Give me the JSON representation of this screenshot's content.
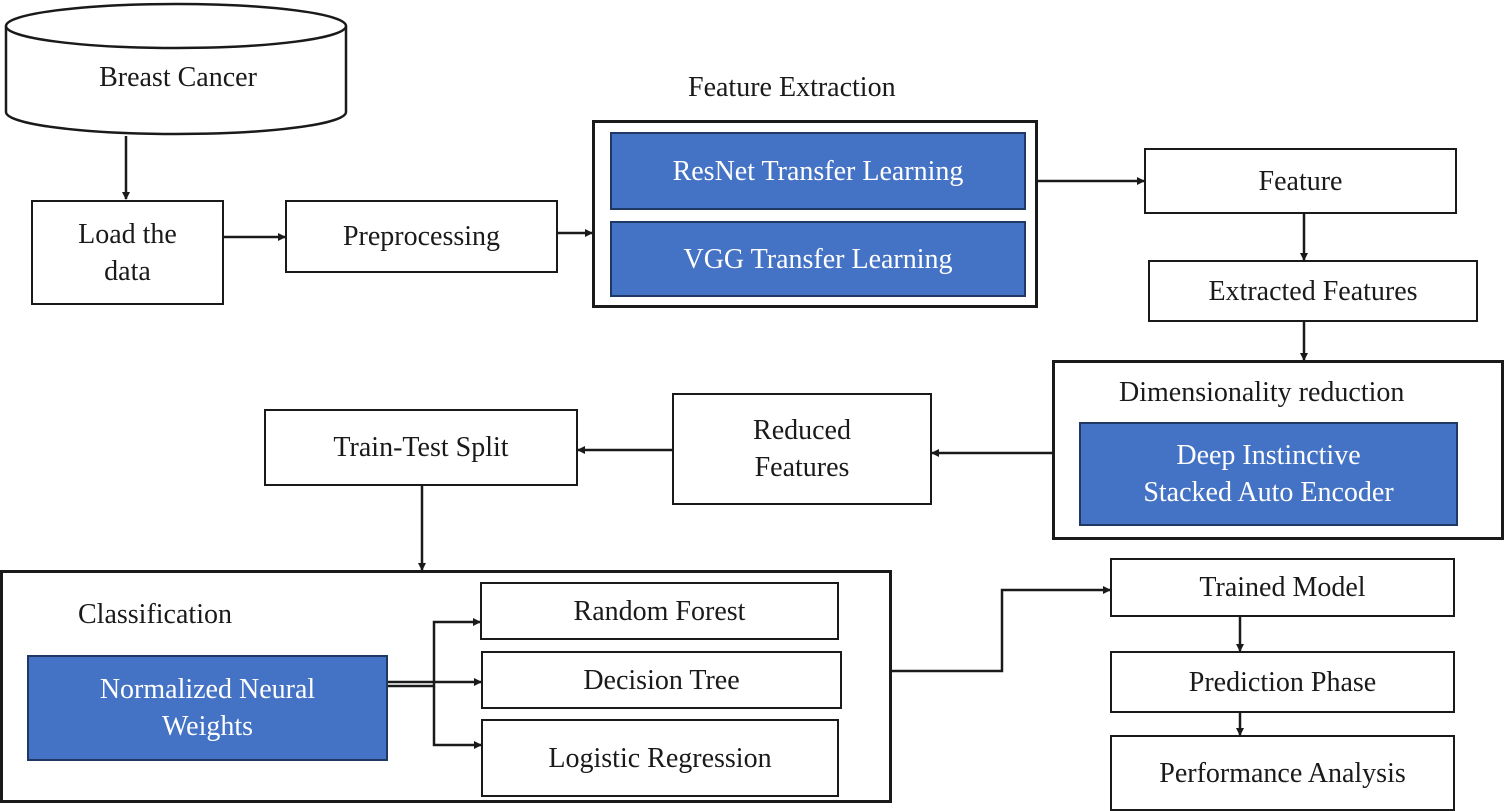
{
  "colors": {
    "accent_fill": "#4472c4",
    "accent_border": "#1f3864",
    "stroke": "#1a1a1a"
  },
  "dataset": {
    "label": "Breast Cancer",
    "shape": "database-cylinder"
  },
  "steps": {
    "load": "Load the\ndata",
    "preprocessing": "Preprocessing",
    "feature": "Feature",
    "extracted_features": "Extracted Features",
    "reduced_features": "Reduced\nFeatures",
    "train_test_split": "Train-Test Split",
    "trained_model": "Trained Model",
    "prediction_phase": "Prediction Phase",
    "performance_analysis": "Performance Analysis"
  },
  "feature_extraction": {
    "title": "Feature Extraction",
    "methods": [
      "ResNet Transfer Learning",
      "VGG Transfer Learning"
    ]
  },
  "dimensionality_reduction": {
    "title": "Dimensionality reduction",
    "method": "Deep Instinctive\nStacked Auto Encoder"
  },
  "classification": {
    "title": "Classification",
    "method": "Normalized Neural\nWeights",
    "classifiers": [
      "Random Forest",
      "Decision Tree",
      "Logistic Regression"
    ]
  }
}
